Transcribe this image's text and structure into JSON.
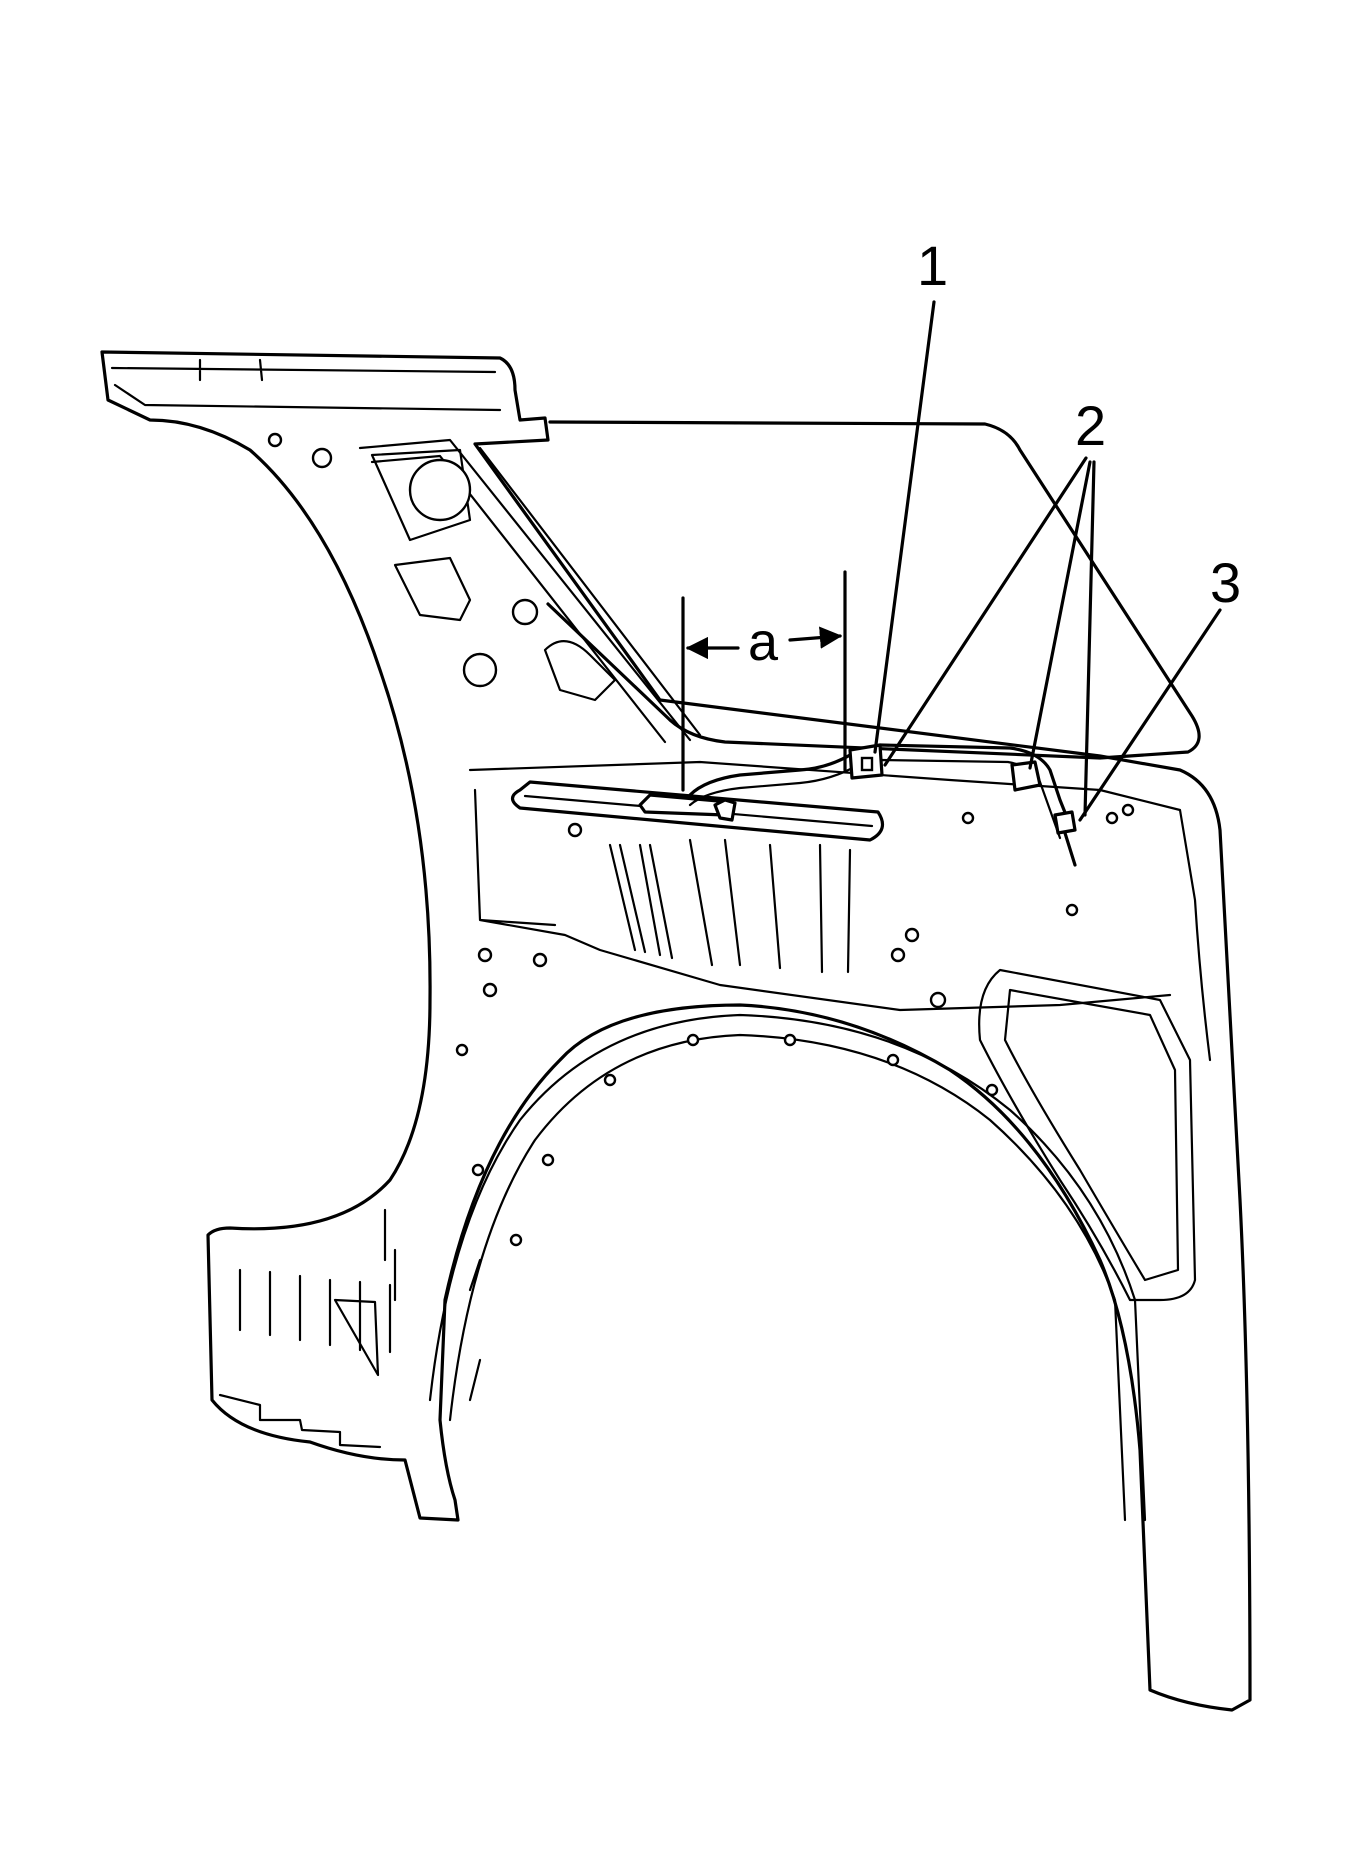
{
  "callouts": [
    {
      "id": "1",
      "label": "1"
    },
    {
      "id": "2",
      "label": "2"
    },
    {
      "id": "3",
      "label": "3"
    }
  ],
  "dimension": {
    "label": "a"
  }
}
